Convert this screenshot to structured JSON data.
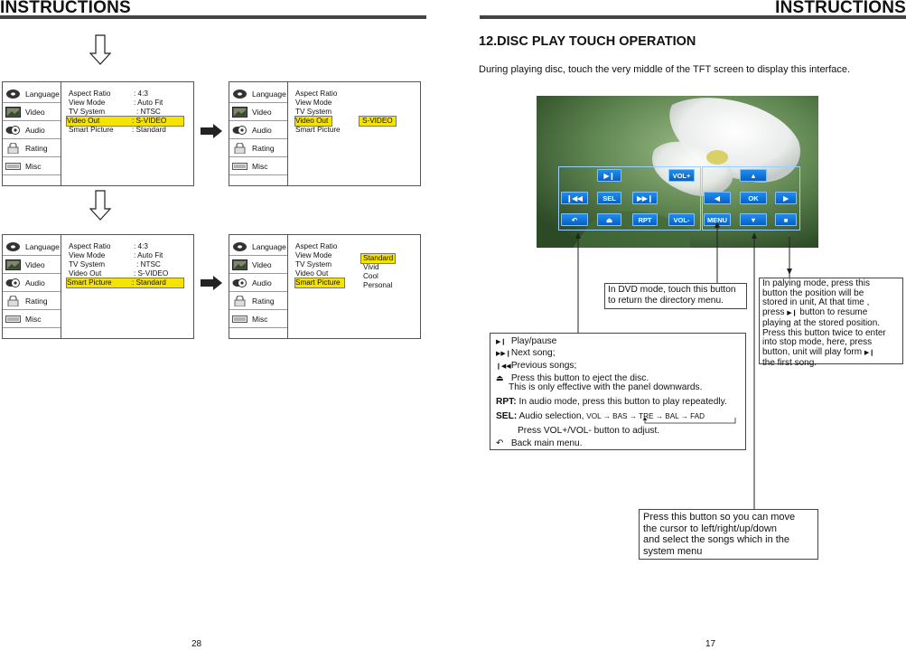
{
  "left_page": {
    "header": "INSTRUCTIONS",
    "page_number": "28",
    "menu_labels": [
      "Language",
      "Video",
      "Audio",
      "Rating",
      "Misc"
    ],
    "panel_a": {
      "rows": [
        {
          "key": "Aspect Ratio",
          "value": ": 4:3"
        },
        {
          "key": "View Mode",
          "value": ": Auto Fit"
        },
        {
          "key": "TV System",
          "value": ": NTSC"
        },
        {
          "key": "Video Out",
          "value": ": S-VIDEO"
        },
        {
          "key": "Smart Picture",
          "value": ": Standard"
        }
      ]
    },
    "panel_b": {
      "rows": [
        "Aspect Ratio",
        "View Mode",
        "TV System",
        "Video Out",
        "Smart Picture"
      ],
      "option": "S-VIDEO"
    },
    "panel_c": {
      "rows": [
        {
          "key": "Aspect Ratio",
          "value": ": 4:3"
        },
        {
          "key": "View Mode",
          "value": ": Auto Fit"
        },
        {
          "key": "TV System",
          "value": ": NTSC"
        },
        {
          "key": "Video Out",
          "value": ": S-VIDEO"
        },
        {
          "key": "Smart Picture",
          "value": ": Standard"
        }
      ]
    },
    "panel_d": {
      "rows": [
        "Aspect Ratio",
        "View Mode",
        "TV System",
        "Video Out",
        "Smart Picture"
      ],
      "options": [
        "Standard",
        "Vivid",
        "Cool",
        "Personal"
      ]
    }
  },
  "right_page": {
    "header": "INSTRUCTIONS",
    "page_number": "17",
    "section_title": "12.DISC PLAY TOUCH OPERATION",
    "intro": "During playing disc, touch the very middle of the TFT screen to display this interface.",
    "buttons": {
      "vol_plus": "VOL+",
      "sel": "SEL",
      "ok": "OK",
      "rpt": "RPT",
      "vol_minus": "VOL-",
      "menu": "MENU"
    },
    "callout_menu": "In DVD mode, touch this button to return the directory menu.",
    "callout_stop": [
      "In palying mode, press this",
      "button the position will be",
      "stored in unit, At that time ,",
      "press",
      "button to resume",
      "playing at the stored position.",
      "Press this button twice to enter",
      "into stop mode, here, press",
      "button, unit will play form",
      "the first song."
    ],
    "legend": {
      "play_pause": "Play/pause",
      "next": "Next song;",
      "prev": "Previous songs;",
      "eject_1": "Press this button to eject the disc.",
      "eject_2": "This is only effective with the panel downwards.",
      "rpt_label": "RPT:",
      "rpt_text": "In audio mode, press this button to play repeatedly.",
      "sel_label": "SEL:",
      "sel_text": "Audio selection,",
      "sel_chain": [
        "VOL",
        "BAS",
        "TRE",
        "BAL",
        "FAD"
      ],
      "vol_adjust": "Press VOL+/VOL- button to adjust.",
      "back": "Back main menu."
    },
    "callout_cursor": [
      "Press this button so you can move",
      "the cursor to left/right/up/down",
      "and select the songs which in the",
      "system menu"
    ]
  },
  "colors": {
    "highlight": "#f5e400",
    "button": "#1677e0",
    "rule": "#444444"
  }
}
